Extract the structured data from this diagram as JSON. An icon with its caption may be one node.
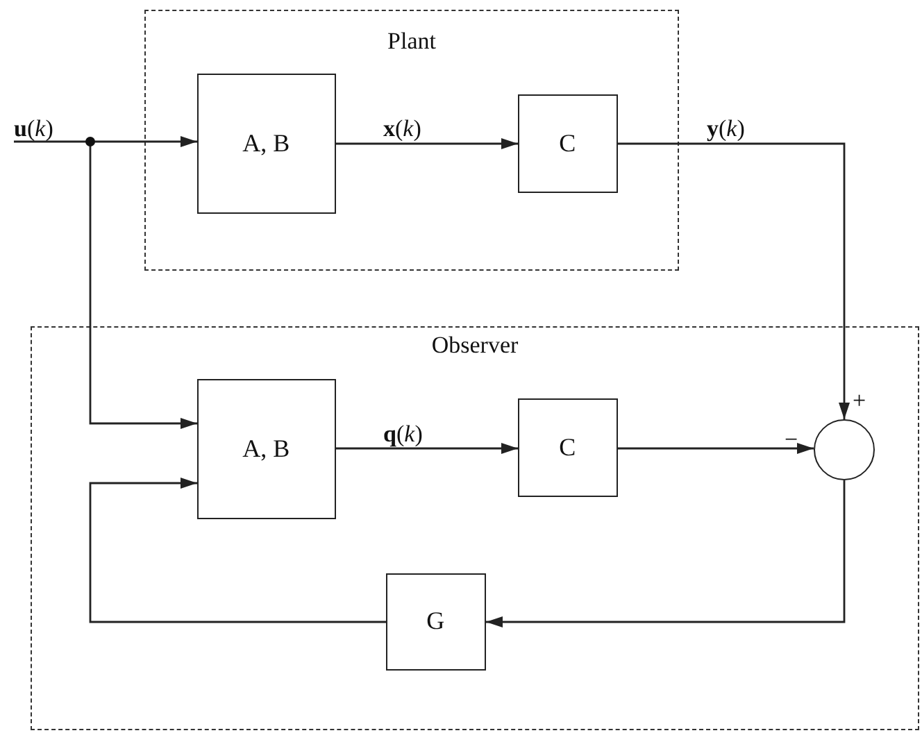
{
  "diagram": {
    "nodes": [
      {
        "text": [
          "Plant"
        ]
      },
      {
        "text": [
          "A, B"
        ],
        "in": 0
      },
      {
        "text": [
          "C"
        ],
        "in": 0
      },
      {
        "text": [
          "Observer"
        ]
      },
      {
        "text": [
          "A, B"
        ],
        "in": 3
      },
      {
        "text": [
          "C"
        ],
        "in": 3
      },
      {
        "text": [],
        "shape": "circle",
        "in": 3
      },
      {
        "text": [
          "G"
        ],
        "in": 3
      }
    ],
    "edges": [
      {
        "from": null,
        "to": 1,
        "arrow": "to",
        "label": "**u**(*k*)"
      },
      {
        "from": null,
        "to": 4,
        "arrow": "to"
      },
      {
        "from": 1,
        "to": 2,
        "arrow": "to",
        "label": "**x**(*k*)"
      },
      {
        "from": 2,
        "to": 6,
        "arrow": "to",
        "label": "**y**(*k*)"
      },
      {
        "from": 4,
        "to": 5,
        "arrow": "to",
        "label": "**q**(*k*)"
      },
      {
        "from": 5,
        "to": 6,
        "arrow": "to"
      },
      {
        "from": 6,
        "to": 7,
        "arrow": "to"
      },
      {
        "from": 7,
        "to": 4,
        "arrow": "to"
      }
    ],
    "labels": [
      "+",
      "−"
    ]
  }
}
